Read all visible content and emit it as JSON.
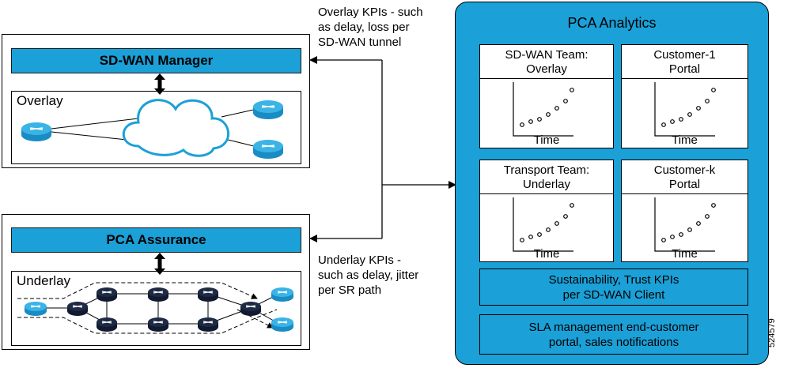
{
  "top_system": {
    "manager_label": "SD-WAN Manager",
    "network_label": "Overlay",
    "icons": [
      "router-icon",
      "cloud-icon",
      "router-icon",
      "router-icon"
    ]
  },
  "bottom_system": {
    "assurance_label": "PCA Assurance",
    "network_label": "Underlay",
    "icons": [
      "router-icon",
      "router-icon"
    ]
  },
  "overlay_kpis": {
    "line1": "Overlay KPIs - such",
    "line2": "as delay, loss per",
    "line3": "SD-WAN tunnel"
  },
  "underlay_kpis": {
    "line1": "Underlay KPIs -",
    "line2": "such as delay, jitter",
    "line3": "per SR path"
  },
  "analytics": {
    "title": "PCA Analytics",
    "cards": [
      {
        "line1": "SD-WAN Team:",
        "line2": "Overlay",
        "x_label": "Time"
      },
      {
        "line1": "Customer-1",
        "line2": "Portal",
        "x_label": "Time"
      },
      {
        "line1": "Transport Team:",
        "line2": "Underlay",
        "x_label": "Time"
      },
      {
        "line1": "Customer-k",
        "line2": "Portal",
        "x_label": "Time"
      }
    ],
    "sustainability": {
      "line1": "Sustainability, Trust KPIs",
      "line2": "per SD-WAN Client"
    },
    "sla": {
      "line1": "SLA management end-customer",
      "line2": "portal, sales notifications"
    }
  },
  "figure_number": "524579",
  "colors": {
    "accent": "#1ba0d7",
    "router_dark": "#1f2a44",
    "router_light": "#3ab4e6"
  }
}
